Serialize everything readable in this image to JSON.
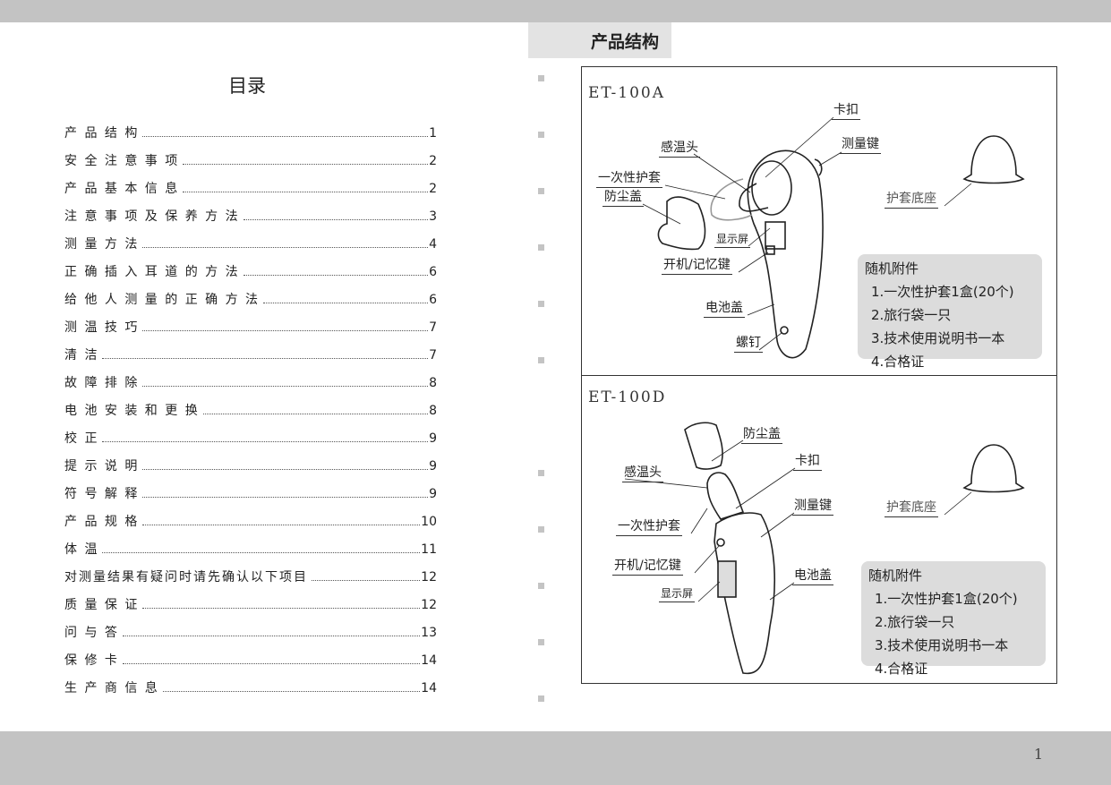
{
  "toc": {
    "title": "目录",
    "items": [
      {
        "label": "产 品 结 构",
        "page": "1"
      },
      {
        "label": "安 全 注 意 事 项",
        "page": "2"
      },
      {
        "label": "产 品 基 本 信 息",
        "page": "2"
      },
      {
        "label": "注 意 事 项 及 保 养 方 法",
        "page": "3"
      },
      {
        "label": "测 量 方 法",
        "page": "4"
      },
      {
        "label": "正 确 插 入 耳 道 的 方 法",
        "page": "6"
      },
      {
        "label": "给 他 人 测 量 的 正 确 方 法",
        "page": "6"
      },
      {
        "label": "测 温 技 巧",
        "page": "7"
      },
      {
        "label": "清 洁",
        "page": "7"
      },
      {
        "label": "故 障 排 除",
        "page": "8"
      },
      {
        "label": "电 池 安 装 和 更 换",
        "page": "8"
      },
      {
        "label": "校 正",
        "page": "9"
      },
      {
        "label": "提 示 说 明",
        "page": "9"
      },
      {
        "label": "符 号 解 释",
        "page": "9"
      },
      {
        "label": "产 品 规 格",
        "page": "10"
      },
      {
        "label": "体 温",
        "page": "11"
      },
      {
        "label": "对测量结果有疑问时请先确认以下项目",
        "page": "12"
      },
      {
        "label": "质 量 保 证",
        "page": "12"
      },
      {
        "label": "问 与 答",
        "page": "13"
      },
      {
        "label": "保 修 卡",
        "page": "14"
      },
      {
        "label": "生 产 商 信 息",
        "page": "14"
      }
    ]
  },
  "section_tab": "产品结构",
  "page_number": "1",
  "models": [
    {
      "name": "ET-100A",
      "labels": {
        "clip": "卡扣",
        "measure_key": "测量键",
        "sensor": "感温头",
        "cover": "一次性护套",
        "dust_cap": "防尘盖",
        "cover_base": "护套底座",
        "display": "显示屏",
        "power_key": "开机/记忆键",
        "battery": "电池盖",
        "screw": "螺钉"
      }
    },
    {
      "name": "ET-100D",
      "labels": {
        "dust_cap": "防尘盖",
        "clip": "卡扣",
        "sensor": "感温头",
        "measure_key": "测量键",
        "cover_base": "护套底座",
        "cover": "一次性护套",
        "power_key": "开机/记忆键",
        "battery": "电池盖",
        "display": "显示屏"
      }
    }
  ],
  "accessories": {
    "title": "随机附件",
    "items": [
      "1.一次性护套1盒(20个)",
      "2.旅行袋一只",
      "3.技术使用说明书一本",
      "4.合格证"
    ]
  }
}
